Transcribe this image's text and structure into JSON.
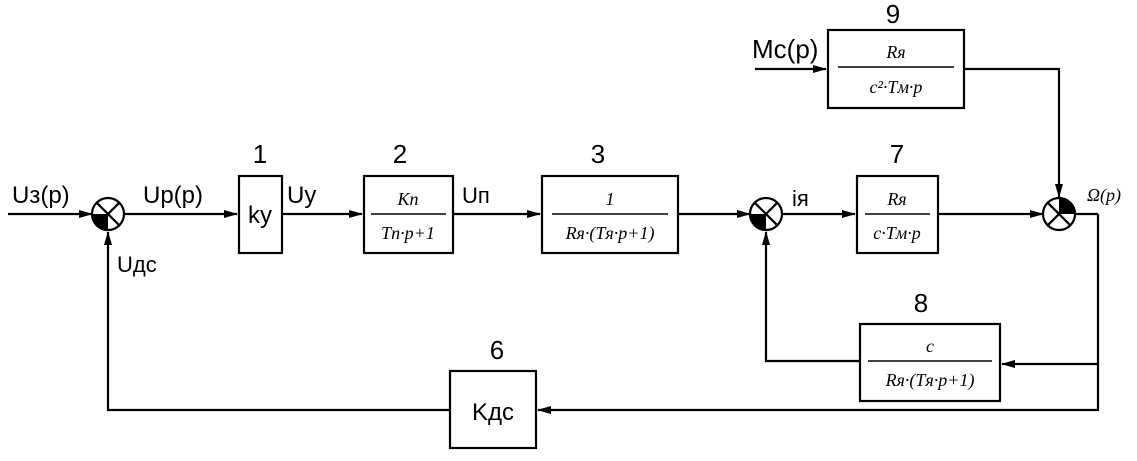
{
  "signals": {
    "input": "Uз(p)",
    "regulator_out": "Up(p)",
    "control": "Uy",
    "converter_out": "Uп",
    "armature_current": "iя",
    "output": "Ω(p)",
    "feedback": "Uдс",
    "load_torque": "Mc(p)"
  },
  "blocks": {
    "b1": {
      "number": "1",
      "label": "ky"
    },
    "b2": {
      "number": "2",
      "num": "Kп",
      "den": "Tп·p+1"
    },
    "b3": {
      "number": "3",
      "num": "1",
      "den": "Rя·(Tя·p+1)"
    },
    "b7": {
      "number": "7",
      "num": "Rя",
      "den": "c·Tм·p"
    },
    "b8": {
      "number": "8",
      "num": "c",
      "den": "Rя·(Tя·p+1)"
    },
    "b9": {
      "number": "9",
      "num": "Rя",
      "den": "c²·Tм·p"
    },
    "b6": {
      "number": "6",
      "label": "Kдс"
    }
  }
}
